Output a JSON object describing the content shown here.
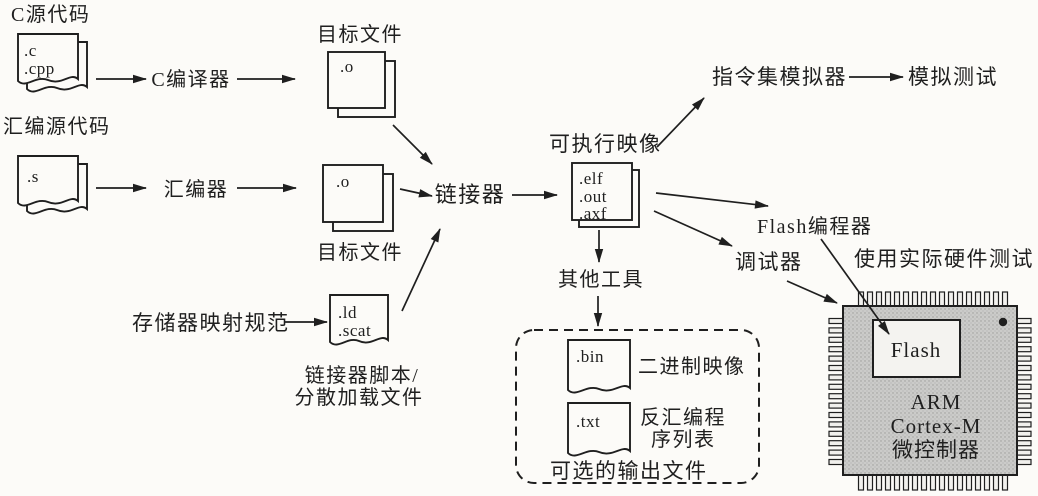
{
  "colors": {
    "background": "#fcfbf8",
    "paper": "#fcfbf8",
    "ink": "#1f1f1f",
    "chip_fill": "#cbcbc9",
    "chip_texture": "#9c9c9a",
    "pin_fill": "#f1f0ed",
    "flash_fill": "#f4f3f0"
  },
  "labels": {
    "c_source": "C源代码",
    "asm_source": "汇编源代码",
    "c_compiler": "C编译器",
    "assembler": "汇编器",
    "object_file_top": "目标文件",
    "object_file_mid": "目标文件",
    "linker": "链接器",
    "executable_image": "可执行映像",
    "memory_map_spec": "存储器映射规范",
    "linker_script_line1": "链接器脚本/",
    "linker_script_line2": "分散加载文件",
    "instruction_set_simulator": "指令集模拟器",
    "simulation_test": "模拟测试",
    "flash_programmer": "Flash编程器",
    "debugger": "调试器",
    "hardware_test": "使用实际硬件测试",
    "other_tools": "其他工具",
    "binary_image": "二进制映像",
    "disassembly_line1": "反汇编程",
    "disassembly_line2": "序列表",
    "optional_output_files": "可选的输出文件"
  },
  "files": {
    "c_cpp": {
      "line1": ".c",
      "line2": ".cpp"
    },
    "s": {
      "line1": ".s"
    },
    "o_top": {
      "line1": ".o"
    },
    "o_mid": {
      "line1": ".o"
    },
    "elf": {
      "line1": ".elf",
      "line2": ".out",
      "line3": ".axf"
    },
    "ld_scat": {
      "line1": ".ld",
      "line2": ".scat"
    },
    "bin": {
      "line1": ".bin"
    },
    "txt": {
      "line1": ".txt"
    }
  },
  "chip": {
    "flash_label": "Flash",
    "line1": "ARM",
    "line2": "Cortex-M",
    "line3": "微控制器"
  }
}
